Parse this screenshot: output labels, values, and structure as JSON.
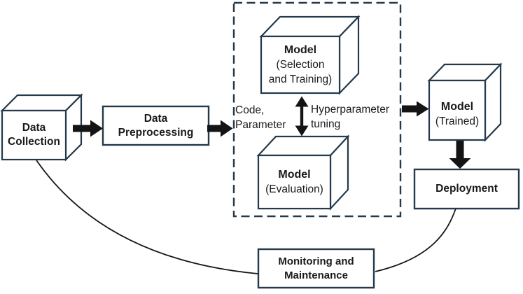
{
  "colors": {
    "outline": "#24394b",
    "line": "#141414",
    "text": "#1a1a1a",
    "background": "#ffffff"
  },
  "nodes": {
    "data_collection": {
      "shape": "cube",
      "label": "Data\nCollection"
    },
    "data_preprocessing": {
      "shape": "rect",
      "label": "Data\nPreprocessing"
    },
    "model_selection_training": {
      "shape": "cube",
      "title": "Model",
      "subtitle": "(Selection\nand Training)"
    },
    "model_evaluation": {
      "shape": "cube",
      "title": "Model",
      "subtitle": "(Evaluation)"
    },
    "model_trained": {
      "shape": "cube",
      "title": "Model",
      "subtitle": "(Trained)"
    },
    "deployment": {
      "shape": "rect",
      "label": "Deployment"
    },
    "monitoring_maintenance": {
      "shape": "rect",
      "label": "Monitoring and\nMaintenance"
    }
  },
  "edge_labels": {
    "code_parameter": "Code,\nParameter",
    "hyperparameter_tuning": "Hyperparameter\ntuning"
  }
}
